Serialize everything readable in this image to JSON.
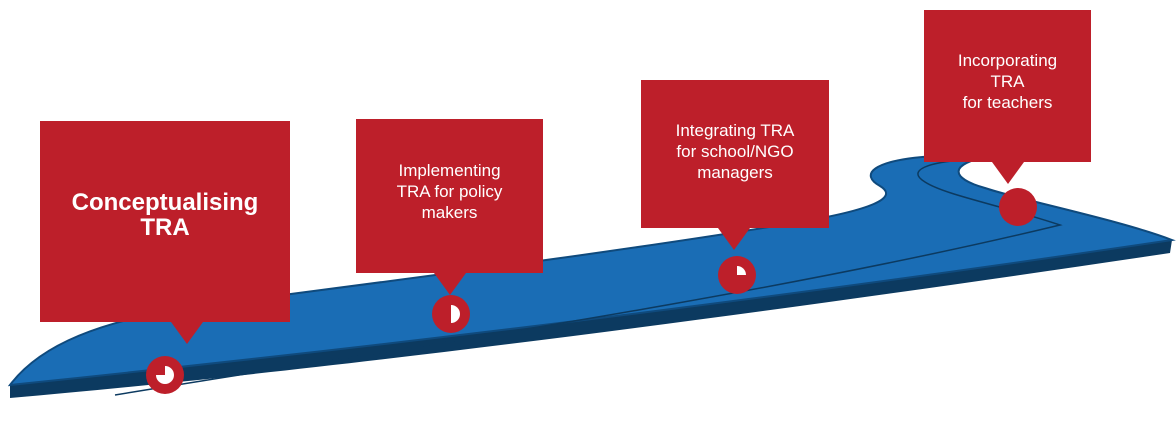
{
  "milestones": [
    {
      "label": "Conceptualising\nTRA",
      "progress": 0.75
    },
    {
      "label": "Implementing\nTRA for policy\nmakers",
      "progress": 0.5
    },
    {
      "label": "Integrating TRA\nfor school/NGO\nmanagers",
      "progress": 0.25
    },
    {
      "label": "Incorporating\nTRA\nfor teachers",
      "progress": 0
    }
  ],
  "colors": {
    "road": "#1a6db5",
    "road_edge": "#0f4a7d",
    "road_side": "#0c3a60",
    "accent": "#bd1f2a"
  }
}
